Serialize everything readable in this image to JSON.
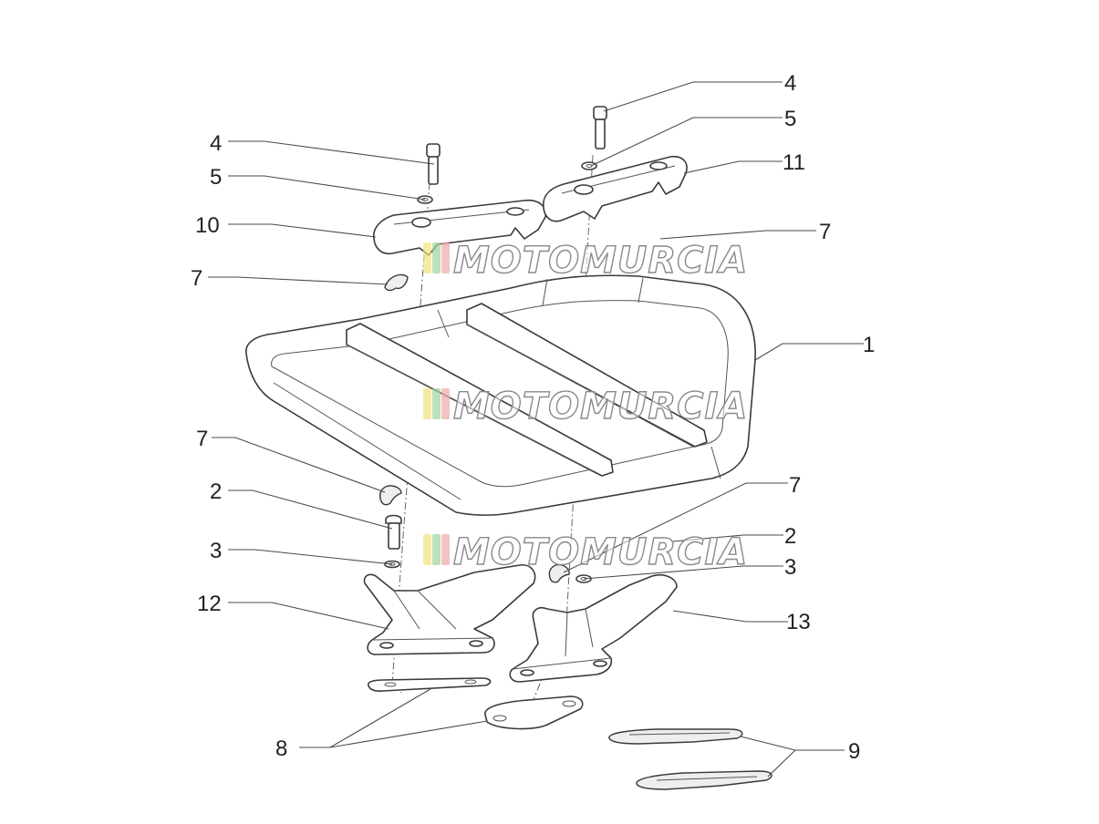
{
  "diagram": {
    "callouts": [
      {
        "id": "c-4a",
        "label": "4"
      },
      {
        "id": "c-5a",
        "label": "5"
      },
      {
        "id": "c-10",
        "label": "10"
      },
      {
        "id": "c-7a",
        "label": "7"
      },
      {
        "id": "c-4b",
        "label": "4"
      },
      {
        "id": "c-5b",
        "label": "5"
      },
      {
        "id": "c-11",
        "label": "11"
      },
      {
        "id": "c-7b",
        "label": "7"
      },
      {
        "id": "c-1",
        "label": "1"
      },
      {
        "id": "c-7c",
        "label": "7"
      },
      {
        "id": "c-2a",
        "label": "2"
      },
      {
        "id": "c-3a",
        "label": "3"
      },
      {
        "id": "c-12",
        "label": "12"
      },
      {
        "id": "c-7d",
        "label": "7"
      },
      {
        "id": "c-2b",
        "label": "2"
      },
      {
        "id": "c-3b",
        "label": "3"
      },
      {
        "id": "c-13",
        "label": "13"
      },
      {
        "id": "c-8",
        "label": "8"
      },
      {
        "id": "c-9",
        "label": "9"
      }
    ]
  },
  "watermark": {
    "text": "MOTOMURCIA",
    "colors": [
      "#f2e27a",
      "#9fd39a",
      "#f0a8a8"
    ]
  }
}
